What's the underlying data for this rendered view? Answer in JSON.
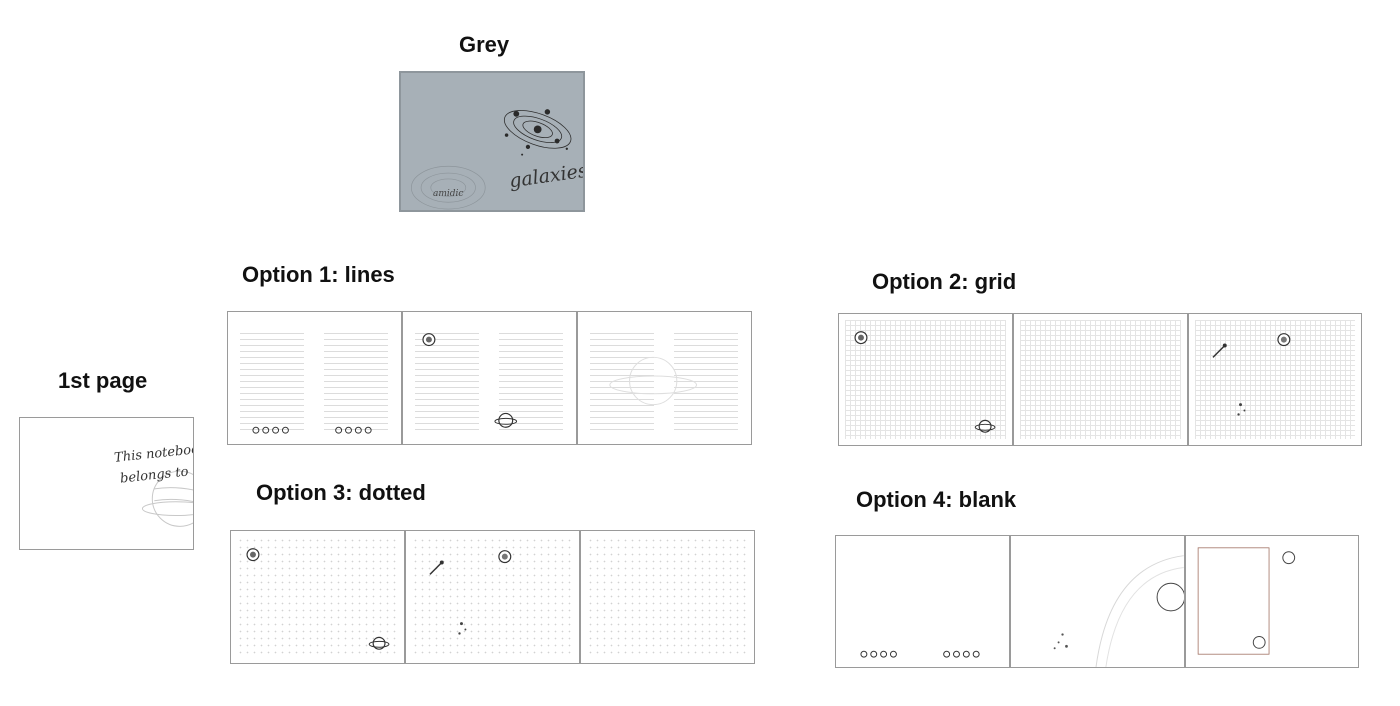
{
  "labels": {
    "cover": "Grey",
    "first_page": "1st page",
    "option1": "Option 1: lines",
    "option2": "Option 2: grid",
    "option3": "Option 3: dotted",
    "option4": "Option 4: blank"
  },
  "cover": {
    "title": "galaxies",
    "brand": "amidic",
    "color": "#a7b0b7"
  },
  "first_page": {
    "line1": "This notebook",
    "line2": "belongs to"
  },
  "colors": {
    "label": "#111111",
    "page_border": "#9a9a9a",
    "ruling": "#dcdcdc"
  }
}
